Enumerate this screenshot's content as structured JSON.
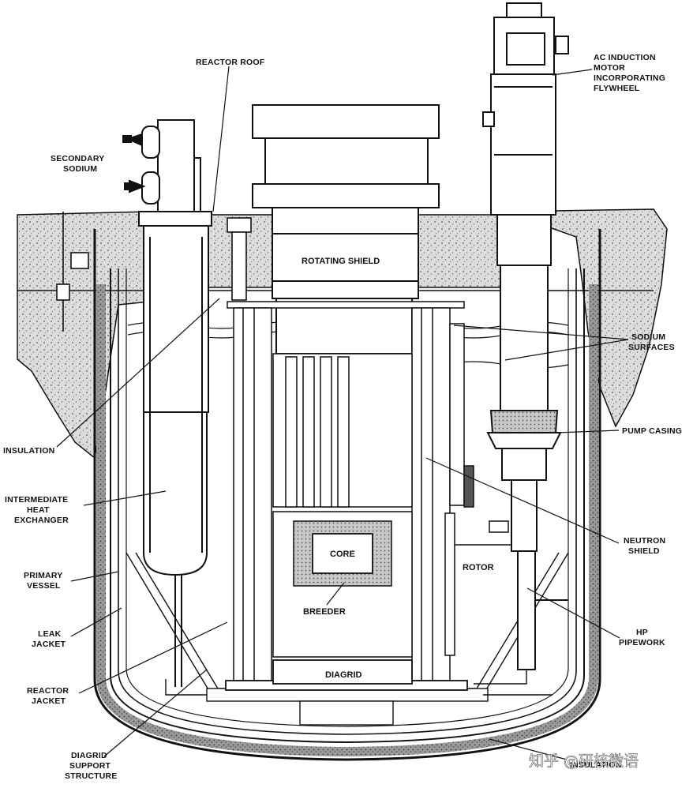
{
  "labels": {
    "reactor_roof": "REACTOR ROOF",
    "motor": [
      "AC INDUCTION",
      "MOTOR",
      "INCORPORATING",
      "FLYWHEEL"
    ],
    "secondary_sodium": [
      "SECONDARY",
      "SODIUM"
    ],
    "sodium_surfaces": [
      "SODIUM",
      "SURFACES"
    ],
    "insulation_left": "INSULATION",
    "pump_casing": "PUMP CASING",
    "ihx": [
      "INTERMEDIATE",
      "HEAT",
      "EXCHANGER"
    ],
    "neutron_shield": [
      "NEUTRON",
      "SHIELD"
    ],
    "primary_vessel": [
      "PRIMARY",
      "VESSEL"
    ],
    "leak_jacket": [
      "LEAK",
      "JACKET"
    ],
    "hp_pipework": [
      "HP",
      "PIPEWORK"
    ],
    "reactor_jacket": [
      "REACTOR",
      "JACKET"
    ],
    "diagrid_support": [
      "DIAGRID",
      "SUPPORT",
      "STRUCTURE"
    ],
    "insulation_bottom": "INSULATION"
  },
  "inner_labels": {
    "rotating_shield": "ROTATING SHIELD",
    "core": "CORE",
    "breeder": "BREEDER",
    "rotor": "ROTOR",
    "diagrid": "DIAGRID"
  },
  "watermark": "知乎 @研核微语",
  "colors": {
    "ink": "#111111",
    "concrete": "#d9d9d9",
    "insulation": "#8c8c8c",
    "breeder": "#bdbdbd",
    "paper": "#ffffff"
  }
}
